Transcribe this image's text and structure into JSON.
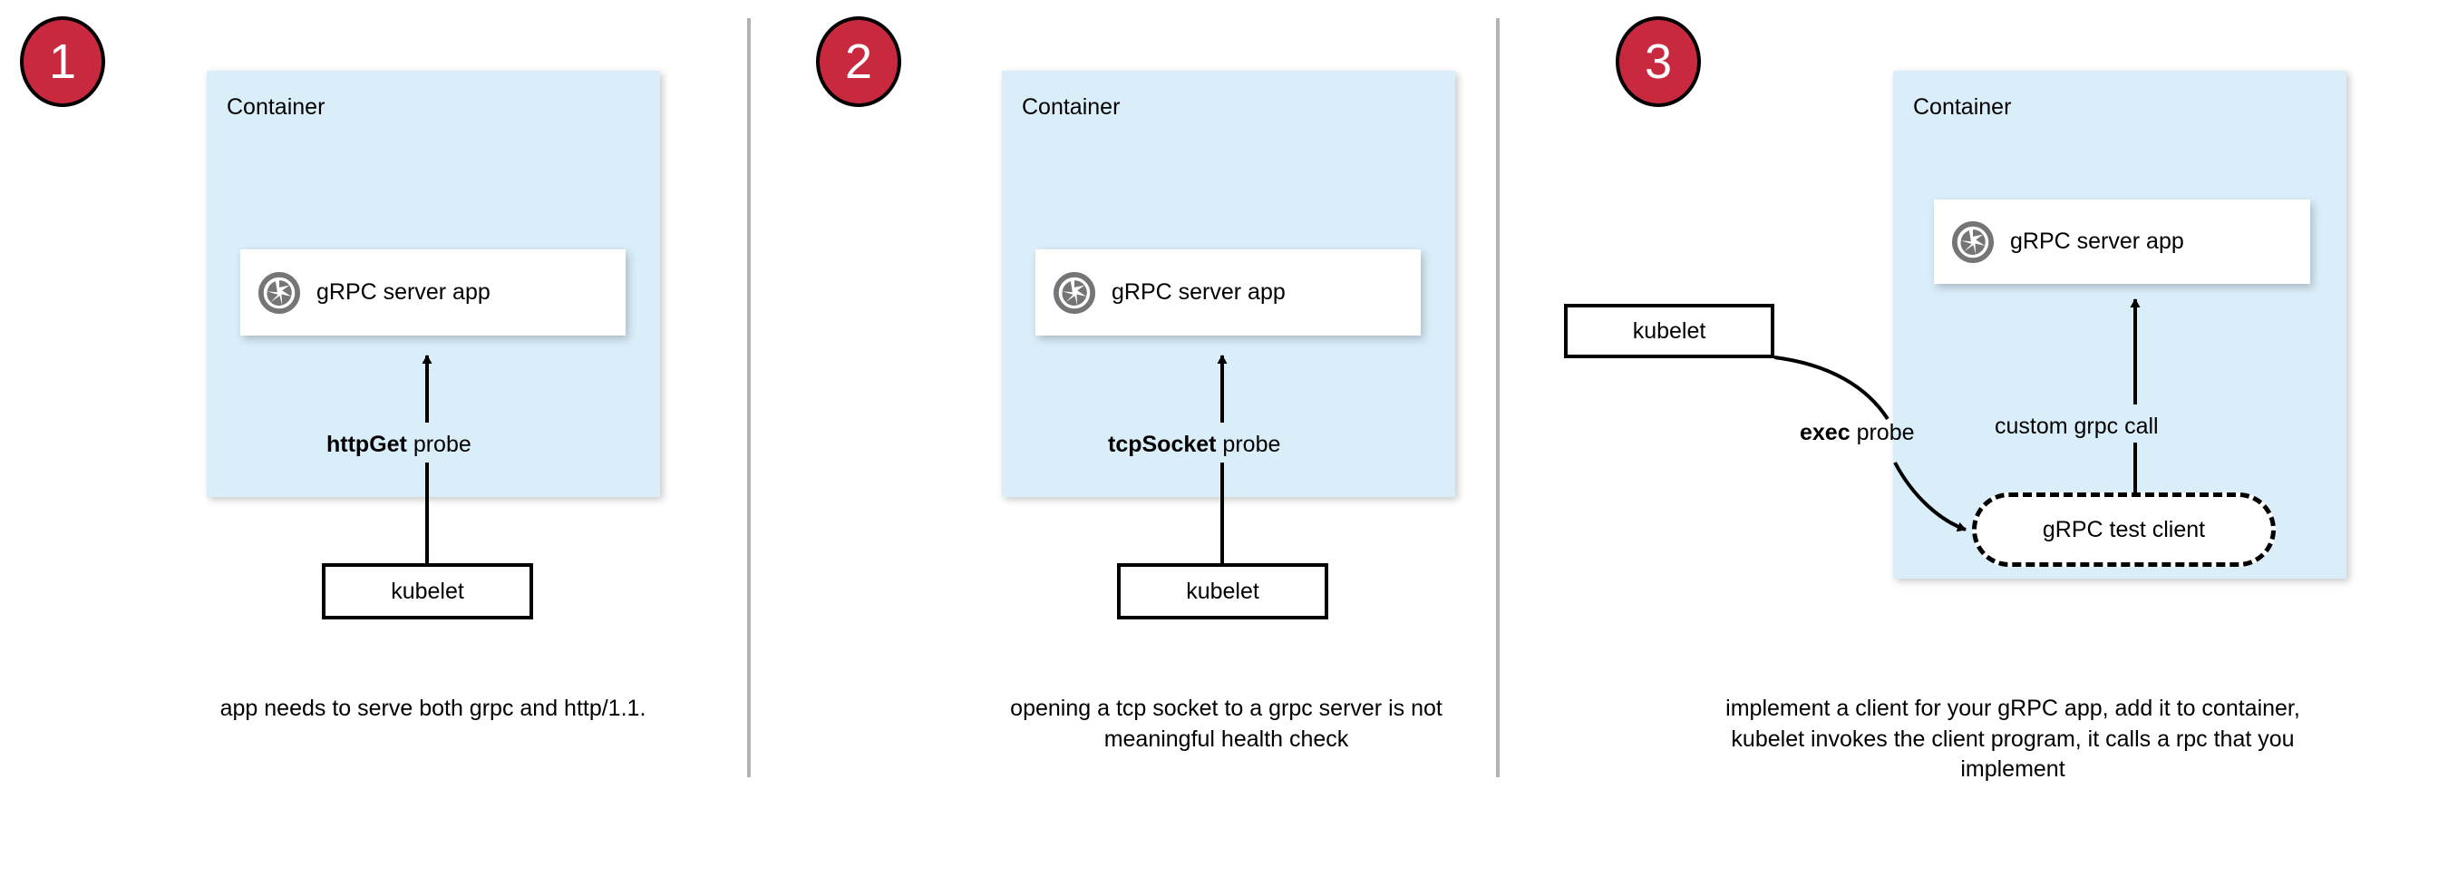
{
  "diagram": {
    "title": "Kubernetes gRPC health-check probe approaches",
    "colors": {
      "badge_fill": "#c8293f",
      "badge_text": "#ffffff",
      "container_fill": "#daeefa",
      "card_fill": "#ffffff",
      "divider": "#b3b3b3",
      "stroke": "#000000",
      "icon_gray": "#757575"
    },
    "panels": [
      {
        "number": "1",
        "container_label": "Container",
        "app": {
          "icon": "grpc-aperture-icon",
          "label": "gRPC server app"
        },
        "probe": {
          "bold": "httpGet",
          "rest": " probe"
        },
        "kubelet_label": "kubelet",
        "caption": "app needs to serve both grpc and http/1.1."
      },
      {
        "number": "2",
        "container_label": "Container",
        "app": {
          "icon": "grpc-aperture-icon",
          "label": "gRPC server app"
        },
        "probe": {
          "bold": "tcpSocket",
          "rest": " probe"
        },
        "kubelet_label": "kubelet",
        "caption": "opening a tcp socket to a grpc server is not meaningful health check"
      },
      {
        "number": "3",
        "container_label": "Container",
        "app": {
          "icon": "grpc-aperture-icon",
          "label": "gRPC server app"
        },
        "probe": {
          "bold": "exec",
          "rest": " probe"
        },
        "kubelet_label": "kubelet",
        "test_client_label": "gRPC test client",
        "internal_call_label": "custom grpc call",
        "caption": "implement a client for your gRPC app, add it to container, kubelet invokes the client program, it calls a rpc that you implement"
      }
    ]
  }
}
